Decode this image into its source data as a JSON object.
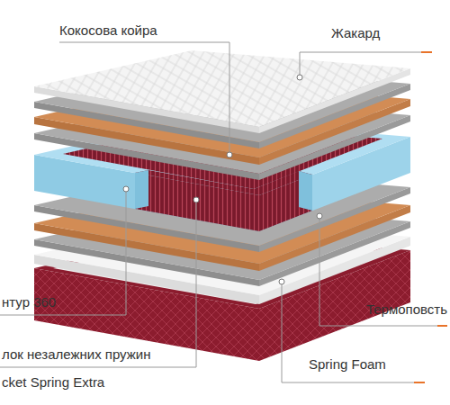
{
  "diagram": {
    "labels": [
      "Кокосова койра",
      "Жакард",
      "нтур 360",
      "лок незалежних пружин",
      "cket Spring Extra",
      "Термоповсть",
      "Spring Foam"
    ]
  }
}
